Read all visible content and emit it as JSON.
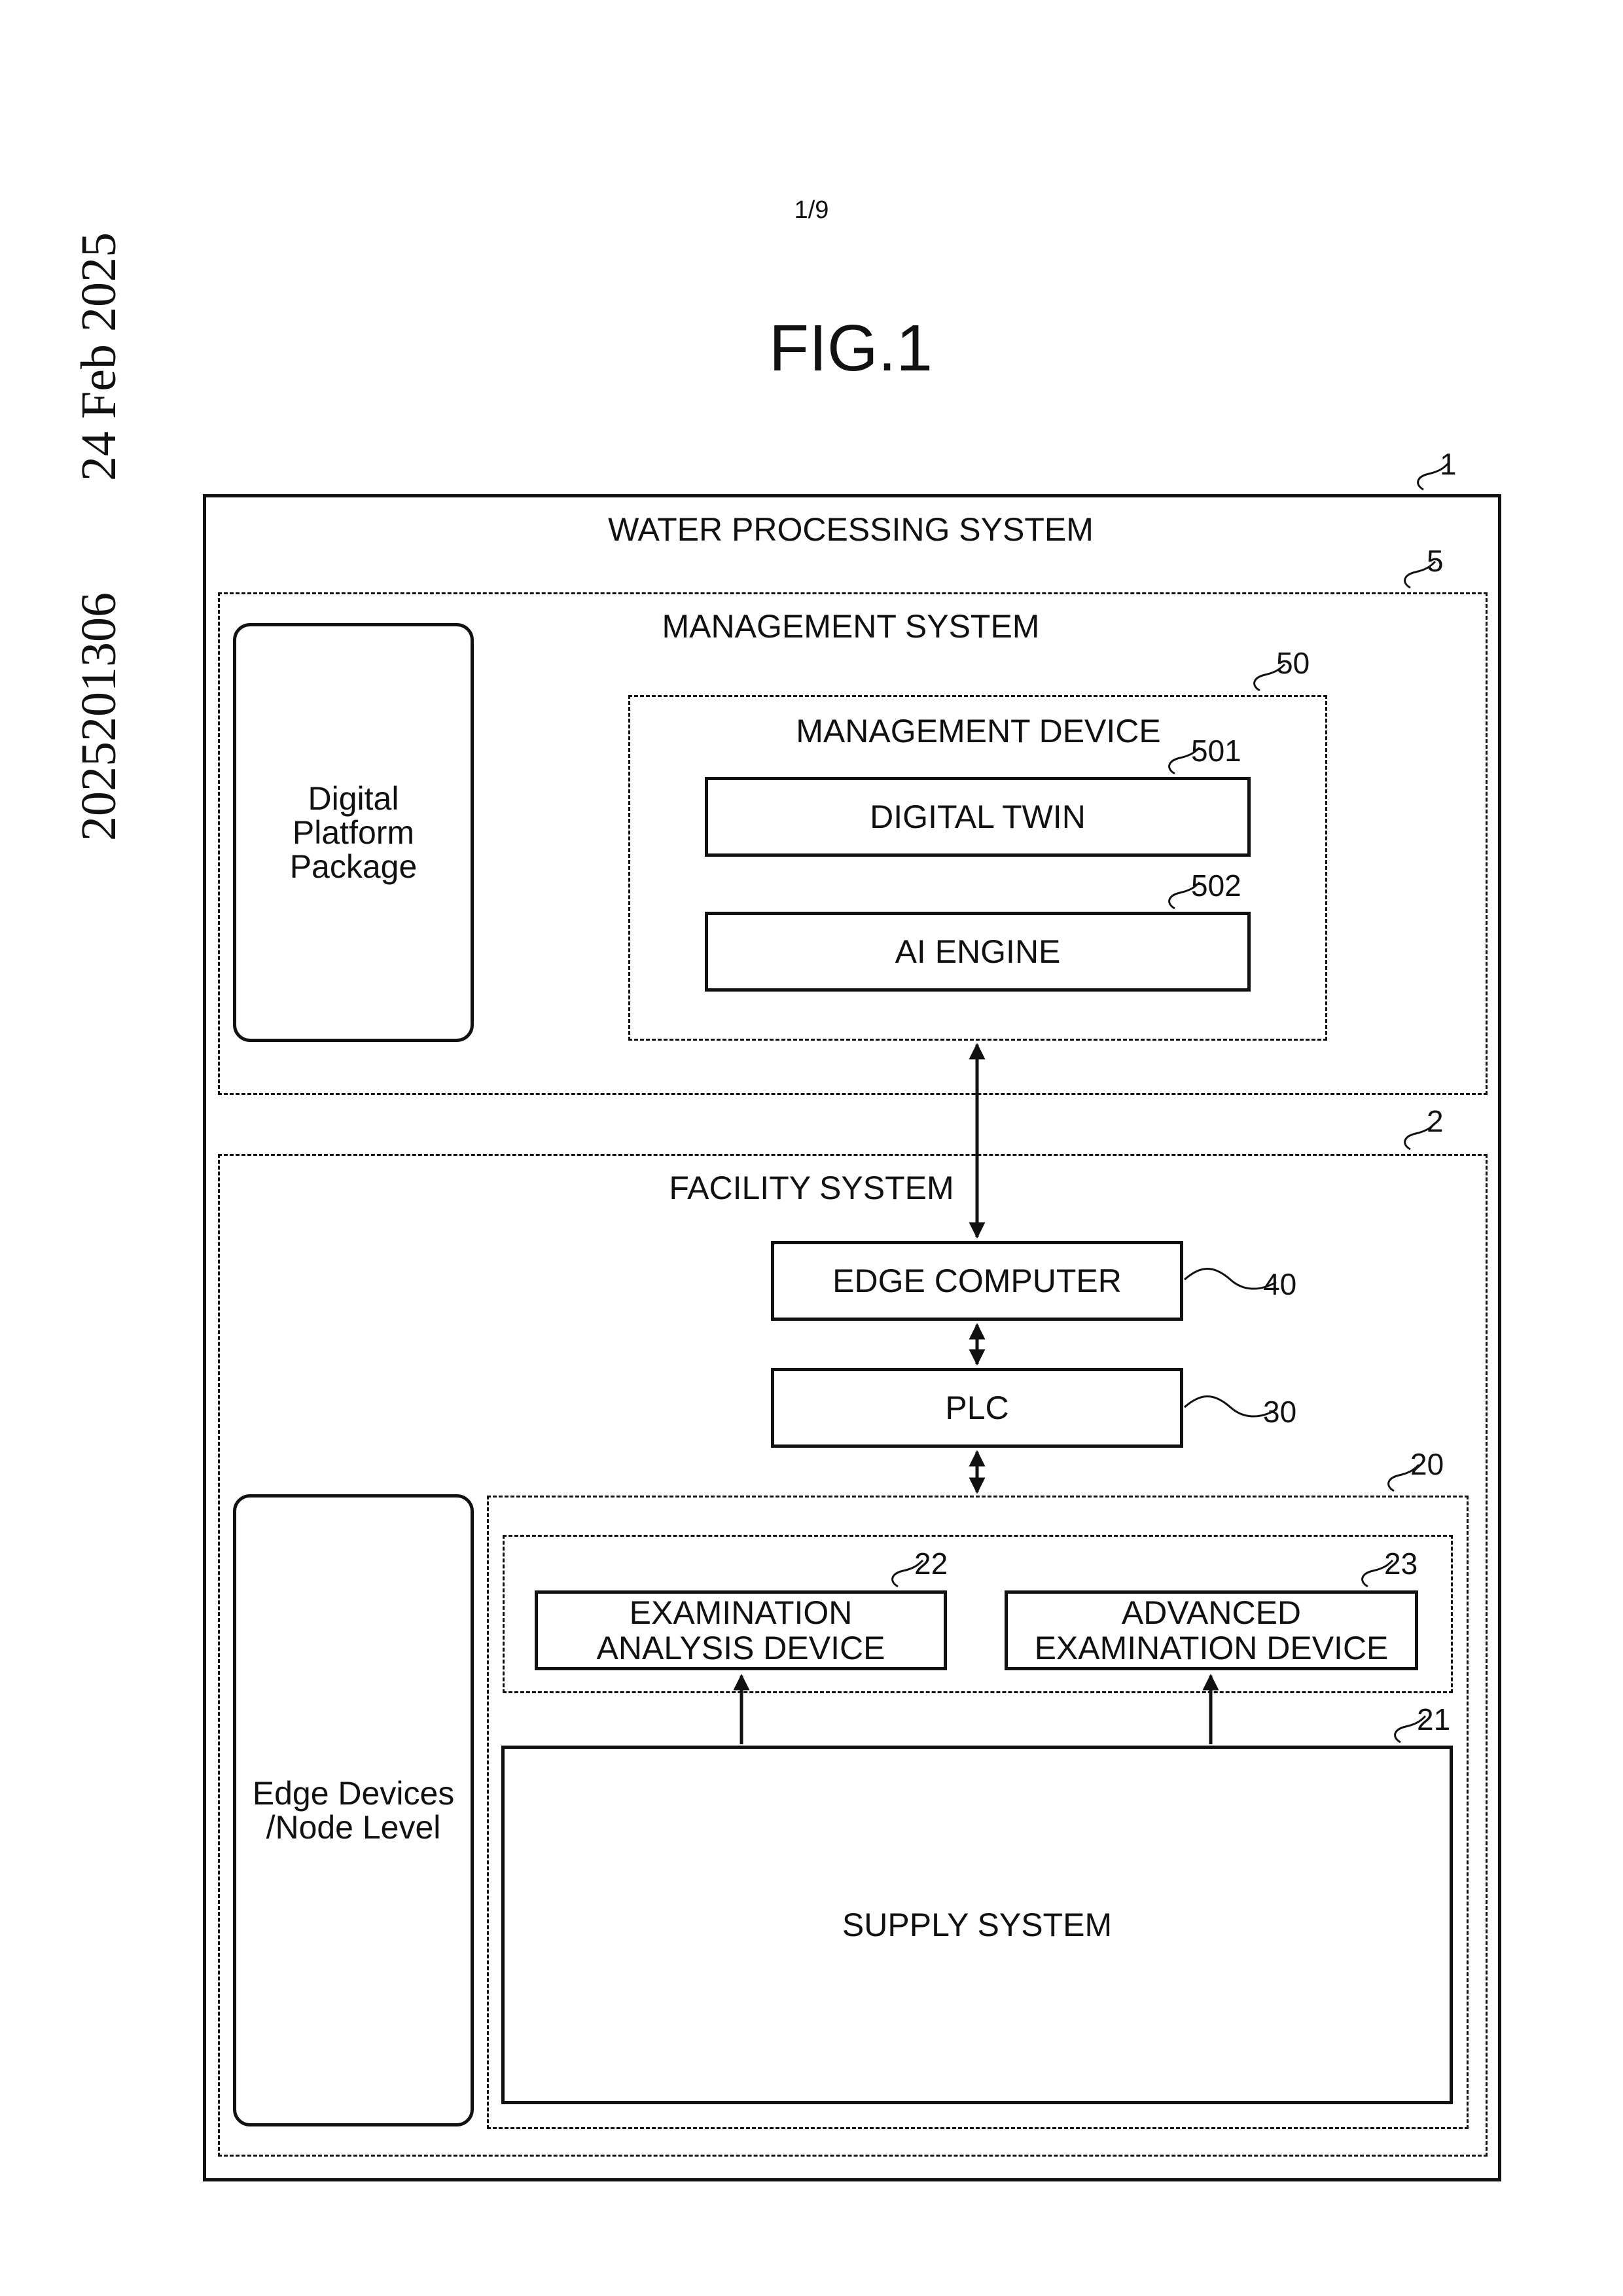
{
  "margin": {
    "date": "24 Feb 2025",
    "number": "2025201306"
  },
  "page_number": "1/9",
  "figure_title": "FIG.1",
  "diagram": {
    "water_processing_system": {
      "label": "WATER PROCESSING SYSTEM",
      "ref": "1"
    },
    "management_system": {
      "label": "MANAGEMENT SYSTEM",
      "ref": "5"
    },
    "digital_platform_package": {
      "line1": "Digital",
      "line2": "Platform",
      "line3": "Package"
    },
    "management_device": {
      "label": "MANAGEMENT DEVICE",
      "ref": "50"
    },
    "digital_twin": {
      "label": "DIGITAL TWIN",
      "ref": "501"
    },
    "ai_engine": {
      "label": "AI ENGINE",
      "ref": "502"
    },
    "facility_system": {
      "label": "FACILITY SYSTEM",
      "ref": "2"
    },
    "edge_computer": {
      "label": "EDGE COMPUTER",
      "ref": "40"
    },
    "plc": {
      "label": "PLC",
      "ref": "30"
    },
    "group_20": {
      "ref": "20"
    },
    "examination_analysis_device": {
      "line1": "EXAMINATION",
      "line2": "ANALYSIS DEVICE",
      "ref": "22"
    },
    "advanced_examination_device": {
      "line1": "ADVANCED",
      "line2": "EXAMINATION DEVICE",
      "ref": "23"
    },
    "supply_system": {
      "label": "SUPPLY SYSTEM",
      "ref": "21"
    },
    "edge_devices": {
      "line1": "Edge Devices",
      "line2": "/Node Level"
    }
  }
}
